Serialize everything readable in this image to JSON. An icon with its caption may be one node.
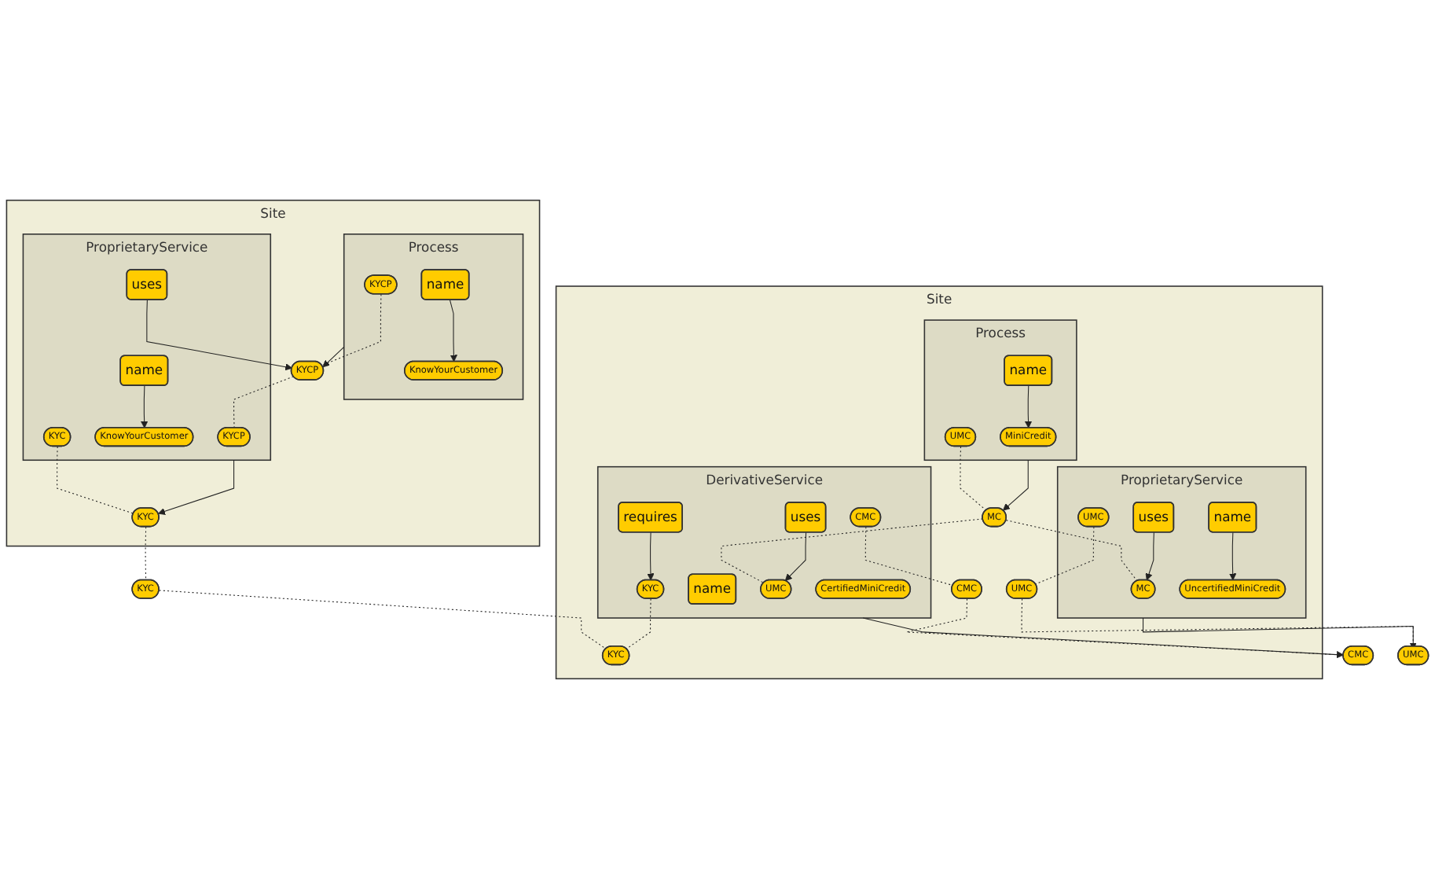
{
  "diagram": {
    "nodes": [
      {
        "text": [
          "Site"
        ]
      },
      {
        "text": [
          "Process"
        ],
        "in": 0
      },
      {
        "text": [
          "name"
        ],
        "in": 1
      },
      {
        "text": [
          "KnowYourCustomer"
        ],
        "in": 1
      },
      {
        "text": [
          "KYCP"
        ],
        "in": 1
      },
      {
        "text": [
          "KYCP"
        ],
        "in": 0
      },
      {
        "text": [
          "ProprietaryService"
        ],
        "in": 0
      },
      {
        "text": [
          "KYCP"
        ],
        "in": 6
      },
      {
        "text": [
          "KnowYourCustomer"
        ],
        "in": 6
      },
      {
        "text": [
          "uses"
        ],
        "in": 6
      },
      {
        "text": [
          "name"
        ],
        "in": 6
      },
      {
        "text": [
          "KYC"
        ],
        "in": 6
      },
      {
        "text": [
          "KYC"
        ],
        "in": 0
      },
      {
        "text": [
          "KYC"
        ]
      },
      {
        "text": [
          "Site"
        ]
      },
      {
        "text": [
          "Process"
        ],
        "in": 14
      },
      {
        "text": [
          "MiniCredit"
        ],
        "in": 15
      },
      {
        "text": [
          "name"
        ],
        "in": 15
      },
      {
        "text": [
          "UMC"
        ],
        "in": 15
      },
      {
        "text": [
          "MC"
        ],
        "in": 14
      },
      {
        "text": [
          "DerivativeService"
        ],
        "in": 14
      },
      {
        "text": [
          "CertifiedMiniCredit"
        ],
        "in": 20
      },
      {
        "text": [
          "name"
        ],
        "in": 20
      },
      {
        "text": [
          "UMC"
        ],
        "in": 20
      },
      {
        "text": [
          "KYC"
        ],
        "in": 20
      },
      {
        "text": [
          "requires"
        ],
        "in": 20
      },
      {
        "text": [
          "uses"
        ],
        "in": 20
      },
      {
        "text": [
          "CMC"
        ],
        "in": 20
      },
      {
        "text": [
          "KYC"
        ],
        "in": 14
      },
      {
        "text": [
          "CMC"
        ],
        "in": 14
      },
      {
        "text": [
          "CMC"
        ]
      },
      {
        "text": [
          "ProprietaryService"
        ],
        "in": 14
      },
      {
        "text": [
          "MC"
        ],
        "in": 31
      },
      {
        "text": [
          "uses"
        ],
        "in": 31
      },
      {
        "text": [
          "UncertifiedMiniCredit"
        ],
        "in": 31
      },
      {
        "text": [
          "name"
        ],
        "in": 31
      },
      {
        "text": [
          "UMC"
        ],
        "in": 31
      },
      {
        "text": [
          "UMC"
        ],
        "in": 14
      },
      {
        "text": [
          "UMC"
        ]
      }
    ],
    "edges": [
      {
        "from": 2,
        "to": 3,
        "arrow": "to"
      },
      {
        "from": 1,
        "to": 5,
        "arrow": "to"
      },
      {
        "from": 4,
        "to": 5,
        "arrow": "none",
        "style": "dashed"
      },
      {
        "from": 5,
        "to": 7,
        "arrow": "none",
        "style": "dashed"
      },
      {
        "from": 9,
        "to": 5,
        "arrow": "to"
      },
      {
        "from": 10,
        "to": 8,
        "arrow": "to"
      },
      {
        "from": 6,
        "to": 12,
        "arrow": "to"
      },
      {
        "from": 11,
        "to": 12,
        "arrow": "none",
        "style": "dashed"
      },
      {
        "from": 12,
        "to": 13,
        "arrow": "none",
        "style": "dashed"
      },
      {
        "from": 13,
        "to": 28,
        "arrow": "none",
        "style": "dashed"
      },
      {
        "from": 17,
        "to": 16,
        "arrow": "to"
      },
      {
        "from": 15,
        "to": 19,
        "arrow": "to"
      },
      {
        "from": 18,
        "to": 19,
        "arrow": "none",
        "style": "dashed"
      },
      {
        "from": 19,
        "to": 23,
        "arrow": "none",
        "style": "dashed"
      },
      {
        "from": 19,
        "to": 32,
        "arrow": "none",
        "style": "dashed"
      },
      {
        "from": 26,
        "to": 23,
        "arrow": "to"
      },
      {
        "from": 25,
        "to": 24,
        "arrow": "to"
      },
      {
        "from": 24,
        "to": 28,
        "arrow": "none",
        "style": "dashed"
      },
      {
        "from": 20,
        "to": 30,
        "arrow": "to"
      },
      {
        "from": 27,
        "to": 29,
        "arrow": "none",
        "style": "dashed"
      },
      {
        "from": 29,
        "to": 30,
        "arrow": "none",
        "style": "dashed"
      },
      {
        "from": 33,
        "to": 32,
        "arrow": "to"
      },
      {
        "from": 35,
        "to": 34,
        "arrow": "to"
      },
      {
        "from": 31,
        "to": 38,
        "arrow": "to"
      },
      {
        "from": 36,
        "to": 37,
        "arrow": "none",
        "style": "dashed"
      },
      {
        "from": 37,
        "to": 38,
        "arrow": "none",
        "style": "dashed"
      }
    ]
  }
}
